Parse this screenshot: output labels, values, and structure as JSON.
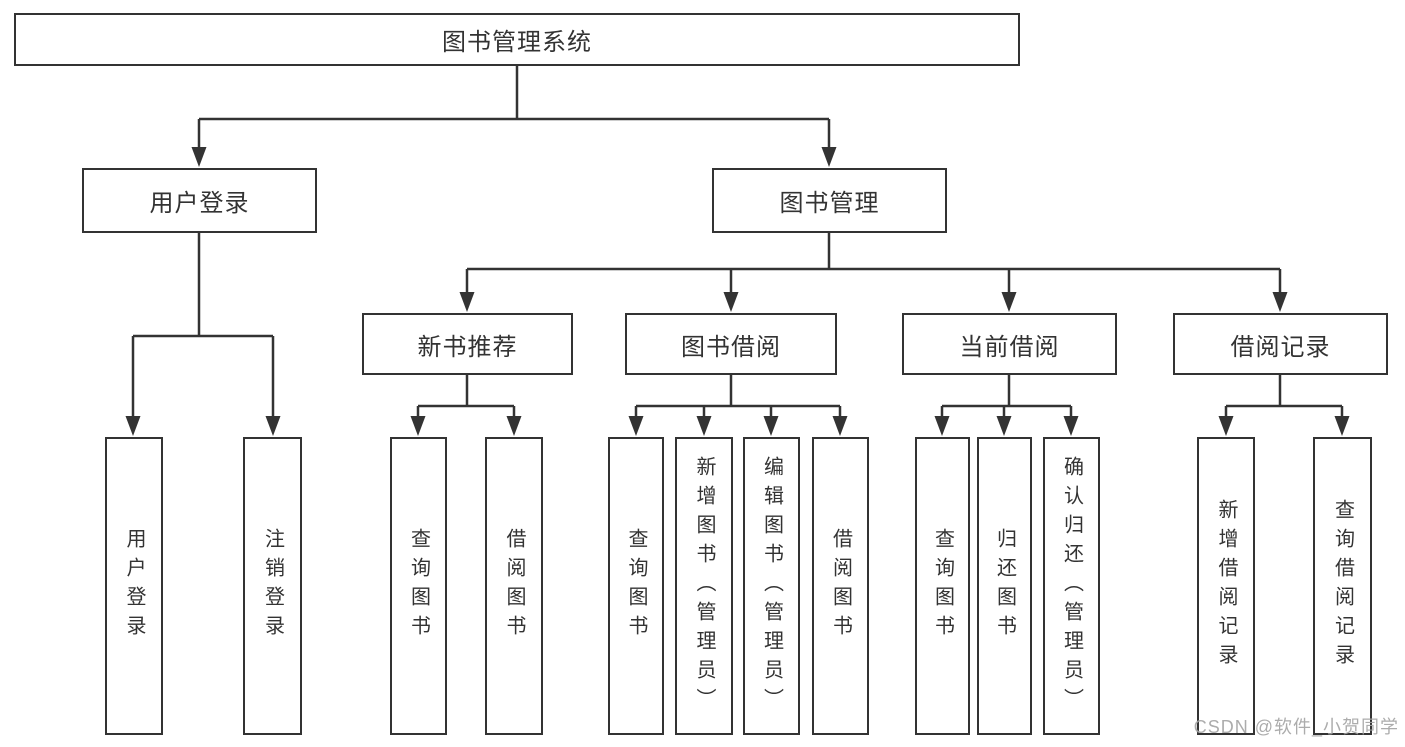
{
  "diagram_title": "图书管理系统",
  "nodes": {
    "root": {
      "label": "图书管理系统"
    },
    "level2": [
      {
        "label": "用户登录"
      },
      {
        "label": "图书管理"
      }
    ],
    "level3": [
      {
        "label": "新书推荐"
      },
      {
        "label": "图书借阅"
      },
      {
        "label": "当前借阅"
      },
      {
        "label": "借阅记录"
      }
    ],
    "leaves": [
      {
        "label": "用户登录",
        "parent": "用户登录"
      },
      {
        "label": "注销登录",
        "parent": "用户登录"
      },
      {
        "label": "查询图书",
        "parent": "新书推荐"
      },
      {
        "label": "借阅图书",
        "parent": "新书推荐"
      },
      {
        "label": "查询图书",
        "parent": "图书借阅"
      },
      {
        "label": "新增图书（管理员）",
        "parent": "图书借阅"
      },
      {
        "label": "编辑图书（管理员）",
        "parent": "图书借阅"
      },
      {
        "label": "借阅图书",
        "parent": "图书借阅"
      },
      {
        "label": "查询图书",
        "parent": "当前借阅"
      },
      {
        "label": "归还图书",
        "parent": "当前借阅"
      },
      {
        "label": "确认归还（管理员）",
        "parent": "当前借阅"
      },
      {
        "label": "新增借阅记录",
        "parent": "借阅记录"
      },
      {
        "label": "查询借阅记录",
        "parent": "借阅记录"
      }
    ]
  },
  "watermark": "CSDN @软件_小贺同学",
  "colors": {
    "line": "#333333",
    "box_background": "#ffffff",
    "text": "#333333",
    "watermark": "#a3a3a3",
    "page_background": "#ffffff"
  }
}
